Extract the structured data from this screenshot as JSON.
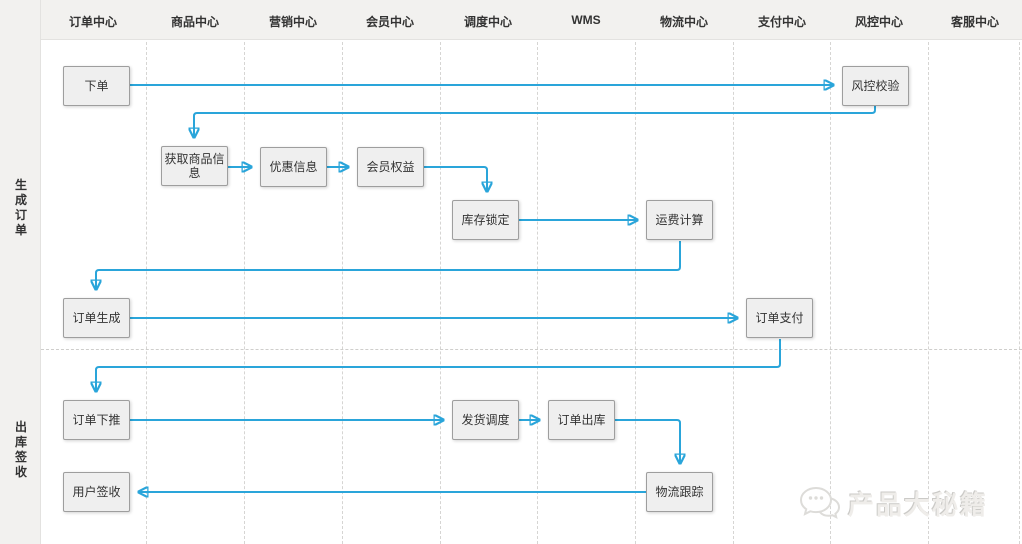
{
  "diagram": {
    "columns": [
      {
        "label": "订单中心"
      },
      {
        "label": "商品中心"
      },
      {
        "label": "营销中心"
      },
      {
        "label": "会员中心"
      },
      {
        "label": "调度中心"
      },
      {
        "label": "WMS"
      },
      {
        "label": "物流中心"
      },
      {
        "label": "支付中心"
      },
      {
        "label": "风控中心"
      },
      {
        "label": "客服中心"
      }
    ],
    "lanes": [
      {
        "label": "生成订单"
      },
      {
        "label": "出库签收"
      }
    ],
    "nodes": [
      {
        "id": "place-order",
        "label": "下单"
      },
      {
        "id": "risk-check",
        "label": "风控校验"
      },
      {
        "id": "get-product-info",
        "label": "获取商品信息"
      },
      {
        "id": "discount-info",
        "label": "优惠信息"
      },
      {
        "id": "member-benefits",
        "label": "会员权益"
      },
      {
        "id": "inventory-lock",
        "label": "库存锁定"
      },
      {
        "id": "freight-calc",
        "label": "运费计算"
      },
      {
        "id": "order-created",
        "label": "订单生成"
      },
      {
        "id": "order-payment",
        "label": "订单支付"
      },
      {
        "id": "order-push-down",
        "label": "订单下推"
      },
      {
        "id": "dispatch-shipping",
        "label": "发货调度"
      },
      {
        "id": "order-outbound",
        "label": "订单出库"
      },
      {
        "id": "logistics-tracking",
        "label": "物流跟踪"
      },
      {
        "id": "user-sign-receipt",
        "label": "用户签收"
      }
    ],
    "edges": [
      {
        "from": "place-order",
        "to": "risk-check"
      },
      {
        "from": "risk-check",
        "to": "get-product-info"
      },
      {
        "from": "get-product-info",
        "to": "discount-info"
      },
      {
        "from": "discount-info",
        "to": "member-benefits"
      },
      {
        "from": "member-benefits",
        "to": "inventory-lock"
      },
      {
        "from": "inventory-lock",
        "to": "freight-calc"
      },
      {
        "from": "freight-calc",
        "to": "order-created"
      },
      {
        "from": "order-created",
        "to": "order-payment"
      },
      {
        "from": "order-payment",
        "to": "order-push-down"
      },
      {
        "from": "order-push-down",
        "to": "dispatch-shipping"
      },
      {
        "from": "dispatch-shipping",
        "to": "order-outbound"
      },
      {
        "from": "order-outbound",
        "to": "logistics-tracking"
      },
      {
        "from": "logistics-tracking",
        "to": "user-sign-receipt"
      }
    ],
    "watermark": {
      "label": "产品大秘籍"
    },
    "colors": {
      "connector": "#2aa5da",
      "node_fill": "#efefef",
      "node_border": "#9e9e9e",
      "lane_bg": "#f2f1ef",
      "divider": "#d6d5d3",
      "header_text": "#333333"
    }
  }
}
